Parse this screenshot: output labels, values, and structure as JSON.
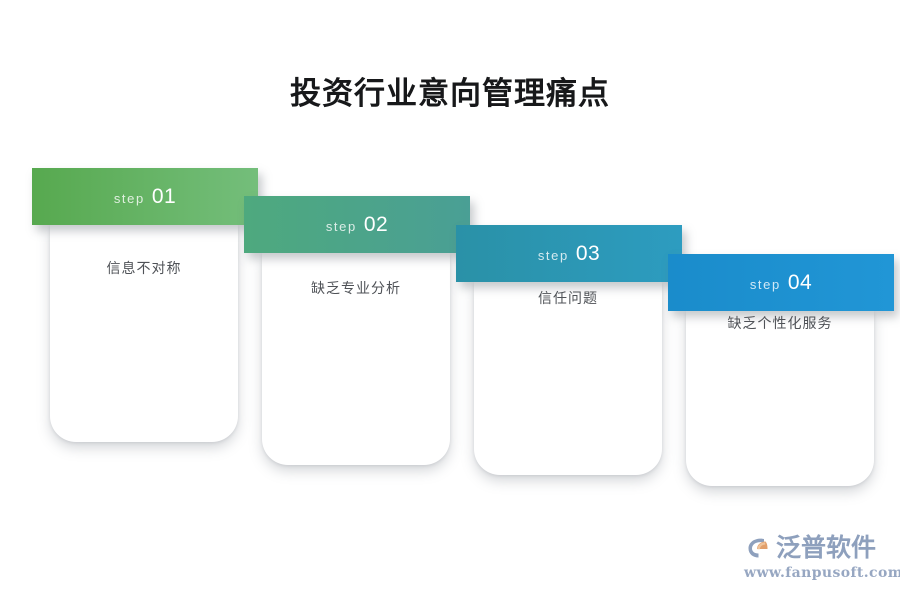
{
  "page": {
    "title": "投资行业意向管理痛点",
    "background_color": "#ffffff"
  },
  "diagram": {
    "type": "staircase-step-process",
    "step_word": "step",
    "steps": [
      {
        "number": "01",
        "step_word": "step",
        "label": "信息不对称",
        "color_start": "#57a94f",
        "color_end": "#74be7b"
      },
      {
        "number": "02",
        "step_word": "step",
        "label": "缺乏专业分析",
        "color_start": "#4ea97e",
        "color_end": "#4a9f95"
      },
      {
        "number": "03",
        "step_word": "step",
        "label": "信任问题",
        "color_start": "#2a91a7",
        "color_end": "#2d9cc0"
      },
      {
        "number": "04",
        "step_word": "step",
        "label": "缺乏个性化服务",
        "color_start": "#1a8ccb",
        "color_end": "#2196d6"
      }
    ]
  },
  "brand": {
    "name": "泛普软件",
    "url": "www.fanpusoft.com",
    "mark_color": "#8ea0bd",
    "mark_accent_color": "#e2a06c"
  }
}
